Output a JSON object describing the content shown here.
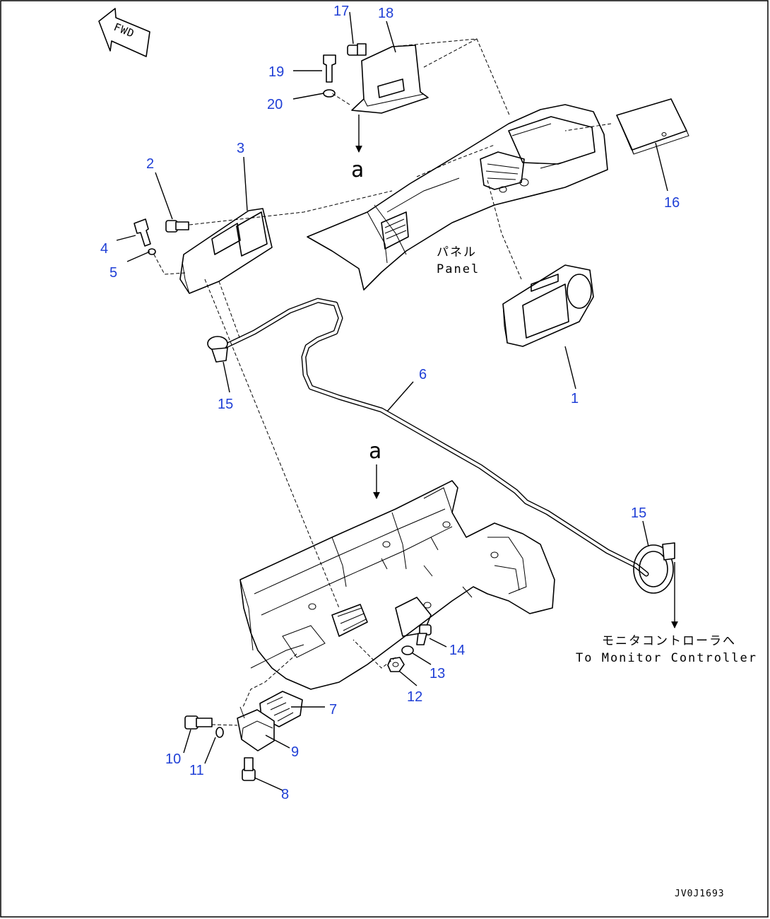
{
  "fwd_label": "FWD",
  "view_label": "a",
  "panel_label_jp": "パネル",
  "panel_label_en": "Panel",
  "destination_label_jp": "モニタコントローラへ",
  "destination_label_en": "To Monitor Controller",
  "drawing_code": "JV0J1693",
  "part_numbers": {
    "p1": "1",
    "p2": "2",
    "p3": "3",
    "p4": "4",
    "p5": "5",
    "p6": "6",
    "p7": "7",
    "p8": "8",
    "p9": "9",
    "p10": "10",
    "p11": "11",
    "p12": "12",
    "p13": "13",
    "p14": "14",
    "p15_left": "15",
    "p15_right": "15",
    "p16": "16",
    "p17": "17",
    "p18": "18",
    "p19": "19",
    "p20": "20"
  },
  "colors": {
    "part_number": "#1f3fd6",
    "line": "#000000"
  }
}
